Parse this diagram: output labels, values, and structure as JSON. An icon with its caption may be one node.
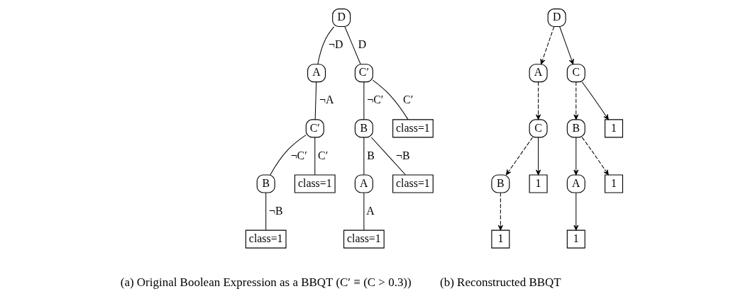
{
  "diagram": {
    "nodes": [
      {
        "text": [
          "D"
        ]
      },
      {
        "text": [
          "A"
        ]
      },
      {
        "text": [
          "C′"
        ]
      },
      {
        "text": [
          "C′"
        ]
      },
      {
        "text": [
          "B"
        ]
      },
      {
        "text": [
          "class=1"
        ]
      },
      {
        "text": [
          "B"
        ]
      },
      {
        "text": [
          "class=1"
        ]
      },
      {
        "text": [
          "A"
        ]
      },
      {
        "text": [
          "class=1"
        ]
      },
      {
        "text": [
          "class=1"
        ]
      },
      {
        "text": [
          "class=1"
        ]
      },
      {
        "text": [
          "D"
        ]
      },
      {
        "text": [
          "A"
        ]
      },
      {
        "text": [
          "C"
        ]
      },
      {
        "text": [
          "C"
        ]
      },
      {
        "text": [
          "B"
        ]
      },
      {
        "text": [
          "1"
        ]
      },
      {
        "text": [
          "B"
        ]
      },
      {
        "text": [
          "1"
        ]
      },
      {
        "text": [
          "A"
        ]
      },
      {
        "text": [
          "1"
        ]
      },
      {
        "text": [
          "1"
        ]
      },
      {
        "text": [
          "1"
        ]
      }
    ],
    "edges": [
      {
        "from": 0,
        "to": 1,
        "arrow": "none",
        "label": "¬D"
      },
      {
        "from": 0,
        "to": 2,
        "arrow": "none",
        "label": "D"
      },
      {
        "from": 1,
        "to": 3,
        "arrow": "none",
        "label": "¬A"
      },
      {
        "from": 2,
        "to": 4,
        "arrow": "none",
        "label": "¬C′"
      },
      {
        "from": 2,
        "to": 5,
        "arrow": "none",
        "label": "C′"
      },
      {
        "from": 3,
        "to": 6,
        "arrow": "none",
        "label": "¬C′"
      },
      {
        "from": 3,
        "to": 7,
        "arrow": "none",
        "label": "C′"
      },
      {
        "from": 4,
        "to": 8,
        "arrow": "none",
        "label": "B"
      },
      {
        "from": 4,
        "to": 9,
        "arrow": "none",
        "label": "¬B"
      },
      {
        "from": 6,
        "to": 10,
        "arrow": "none",
        "label": "¬B"
      },
      {
        "from": 8,
        "to": 11,
        "arrow": "none",
        "label": "A"
      },
      {
        "from": 12,
        "to": 13,
        "arrow": "to",
        "style": "dashed"
      },
      {
        "from": 12,
        "to": 14,
        "arrow": "to"
      },
      {
        "from": 13,
        "to": 15,
        "arrow": "to",
        "style": "dashed"
      },
      {
        "from": 14,
        "to": 16,
        "arrow": "to",
        "style": "dashed"
      },
      {
        "from": 14,
        "to": 17,
        "arrow": "to"
      },
      {
        "from": 15,
        "to": 18,
        "arrow": "to",
        "style": "dashed"
      },
      {
        "from": 15,
        "to": 19,
        "arrow": "to"
      },
      {
        "from": 16,
        "to": 20,
        "arrow": "to"
      },
      {
        "from": 16,
        "to": 21,
        "arrow": "to",
        "style": "dashed"
      },
      {
        "from": 18,
        "to": 22,
        "arrow": "to",
        "style": "dashed"
      },
      {
        "from": 20,
        "to": 23,
        "arrow": "to"
      }
    ],
    "labels": [
      "(a) Original Boolean Expression as a BBQT (C′ ≡ (C > 0.3))",
      "(b) Reconstructed BBQT"
    ]
  }
}
